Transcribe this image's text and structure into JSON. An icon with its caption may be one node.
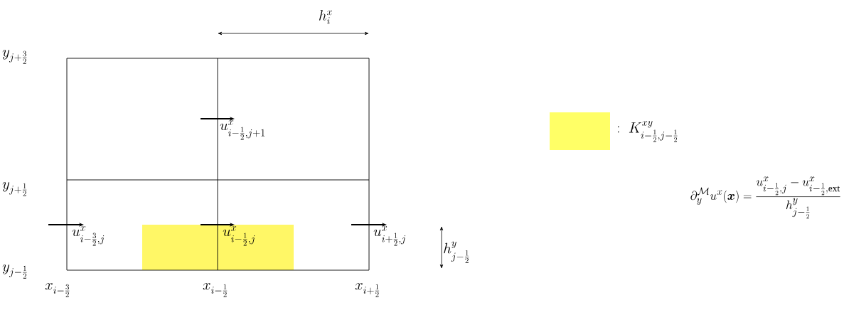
{
  "diagram": {
    "labels": [
      "h_i^x",
      "y_{j+\\frac{3}{2}}",
      "u^x_{i-\\frac{1}{2},j+1}",
      "y_{j+\\frac{1}{2}}",
      "u^x_{i-\\frac{3}{2},j}",
      "u^x_{i-\\frac{1}{2},j}",
      "u^x_{i+\\frac{1}{2},j}",
      "h^y_{j-\\frac{1}{2}}",
      "y_{j-\\frac{1}{2}}",
      "x_{i-\\frac{3}{2}}",
      "x_{i-\\frac{1}{2}}",
      "x_{i+\\frac{1}{2}}",
      "\\partial_y^{\\mathcal{M}} u^x(\\boldsymbol{x}) = \\frac{u^x_{i-\\frac{1}{2},j} - u^x_{i-\\frac{1}{2},\\mathrm{ext}}}{h^y_{j-\\frac{1}{2}}}"
    ],
    "legend": [
      {
        "text": ":\\; K^{xy}_{i-\\frac{1}{2},j-\\frac{1}{2}}",
        "color": "#ffff66"
      }
    ]
  }
}
